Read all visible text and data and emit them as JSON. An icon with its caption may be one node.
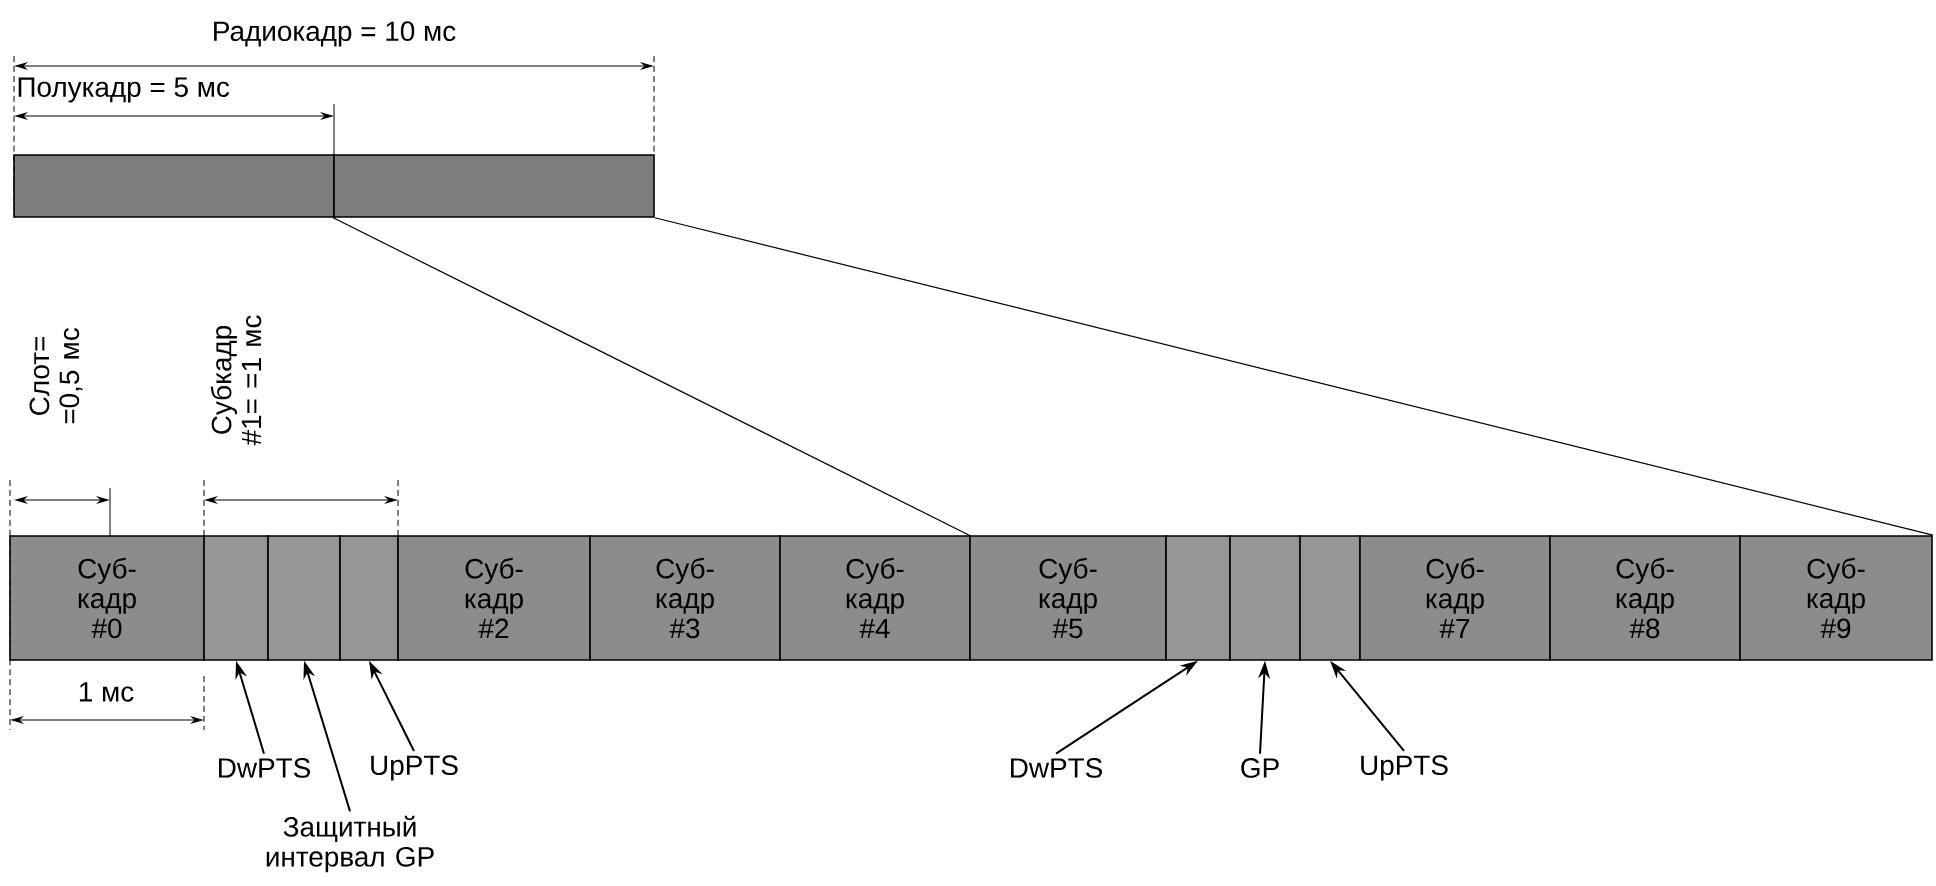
{
  "diagram": {
    "nodes": [
      {
        "text": [],
        "shape": "bar"
      },
      {
        "text": [],
        "shape": "bar"
      },
      {
        "text": [
          "Суб- кадр #0"
        ]
      },
      {
        "text": [],
        "shape": "box"
      },
      {
        "text": [],
        "shape": "box"
      },
      {
        "text": [],
        "shape": "box"
      },
      {
        "text": [
          "Суб- кадр #2"
        ]
      },
      {
        "text": [
          "Суб- кадр #3"
        ]
      },
      {
        "text": [
          "Суб- кадр #4"
        ]
      },
      {
        "text": [
          "Суб- кадр #5"
        ]
      },
      {
        "text": [],
        "shape": "box"
      },
      {
        "text": [],
        "shape": "box"
      },
      {
        "text": [],
        "shape": "box"
      },
      {
        "text": [
          "Суб- кадр #7"
        ]
      },
      {
        "text": [
          "Суб- кадр #8"
        ]
      },
      {
        "text": [
          "Суб- кадр #9"
        ]
      },
      {
        "text": [
          "DwPTS"
        ]
      },
      {
        "text": [
          "Защитный интервал GP"
        ]
      },
      {
        "text": [
          "UpPTS"
        ]
      },
      {
        "text": [
          "DwPTS"
        ]
      },
      {
        "text": [
          "GP"
        ]
      },
      {
        "text": [
          "UpPTS"
        ]
      }
    ],
    "edges": [
      {
        "from": 16,
        "to": 3,
        "arrow": "to"
      },
      {
        "from": 17,
        "to": 4,
        "arrow": "to"
      },
      {
        "from": 18,
        "to": 5,
        "arrow": "to"
      },
      {
        "from": 19,
        "to": 10,
        "arrow": "to"
      },
      {
        "from": 20,
        "to": 11,
        "arrow": "to"
      },
      {
        "from": 21,
        "to": 12,
        "arrow": "to"
      },
      {
        "from": 1,
        "to": 9,
        "arrow": "none"
      },
      {
        "from": 1,
        "to": 15,
        "arrow": "none"
      }
    ],
    "labels": [
      "Радиокадр = 10 мс",
      "Полукадр = 5 мс",
      "Слот= =0,5 мс",
      "Субкадр #1= =1 мс",
      "1 мс"
    ]
  }
}
